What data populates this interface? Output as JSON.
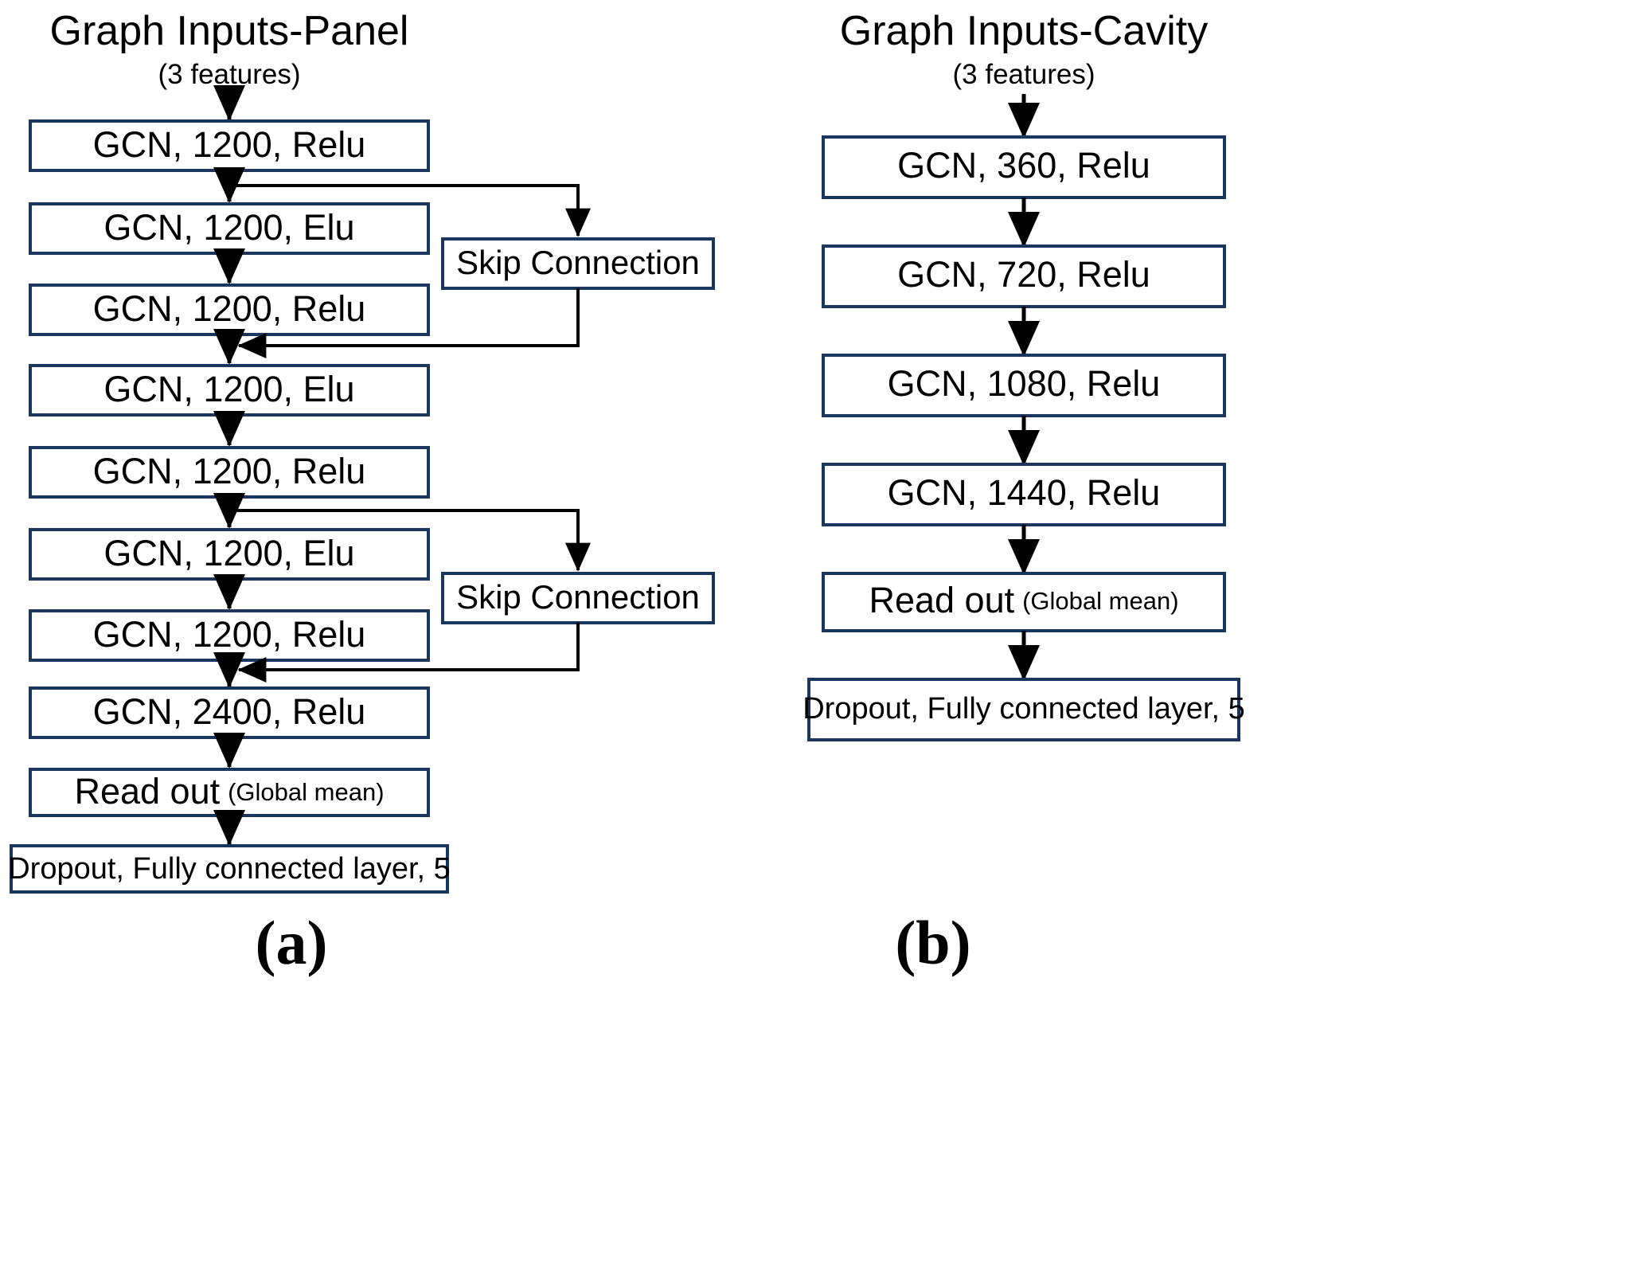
{
  "figure": {
    "panels": [
      {
        "id": "panel",
        "title": "Graph Inputs-Panel",
        "subtitle": "(3 features)",
        "caption": "(a)",
        "nodes": [
          {
            "id": "p1",
            "label": "GCN, 1200, Relu"
          },
          {
            "id": "p2",
            "label": "GCN, 1200, Elu"
          },
          {
            "id": "p3",
            "label": "GCN, 1200, Relu"
          },
          {
            "id": "p4",
            "label": "GCN, 1200, Elu"
          },
          {
            "id": "p5",
            "label": "GCN, 1200, Relu"
          },
          {
            "id": "p6",
            "label": "GCN, 1200, Elu"
          },
          {
            "id": "p7",
            "label": "GCN, 1200, Relu"
          },
          {
            "id": "p8",
            "label": "GCN, 2400, Relu"
          },
          {
            "id": "p9",
            "label": "Read out",
            "note": "(Global mean)"
          },
          {
            "id": "p10",
            "label": "Dropout, Fully connected layer, 5"
          }
        ],
        "skip_nodes": [
          {
            "id": "ps1",
            "label": "Skip Connection",
            "from": "p1",
            "to": "p4"
          },
          {
            "id": "ps2",
            "label": "Skip Connection",
            "from": "p5",
            "to": "p8"
          }
        ]
      },
      {
        "id": "cavity",
        "title": "Graph Inputs-Cavity",
        "subtitle": "(3 features)",
        "caption": "(b)",
        "nodes": [
          {
            "id": "c1",
            "label": "GCN, 360, Relu"
          },
          {
            "id": "c2",
            "label": "GCN, 720, Relu"
          },
          {
            "id": "c3",
            "label": "GCN, 1080, Relu"
          },
          {
            "id": "c4",
            "label": "GCN, 1440, Relu"
          },
          {
            "id": "c5",
            "label": "Read out",
            "note": "(Global mean)"
          },
          {
            "id": "c6",
            "label": "Dropout, Fully connected layer, 5"
          }
        ],
        "skip_nodes": []
      }
    ],
    "colors": {
      "box_stroke": "#1b365d",
      "arrow": "#000000",
      "background": "#ffffff",
      "text": "#000000"
    }
  }
}
